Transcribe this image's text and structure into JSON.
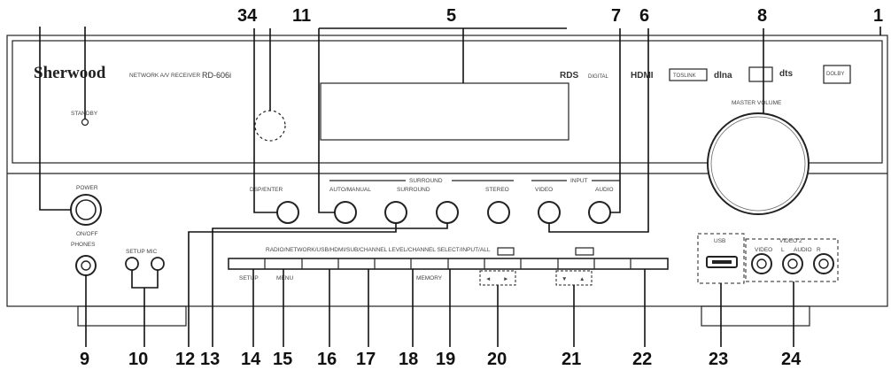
{
  "panel": {
    "brand": "Sherwood",
    "product": "NETWORK A/V RECEIVER",
    "model": "RD-606i",
    "standby_label": "STANDBY",
    "master_volume_label": "MASTER VOLUME",
    "power_label": "POWER",
    "onoff_label": "ON/OFF",
    "phones_label": "PHONES",
    "setup_mic_label": "SETUP MIC",
    "dsp_label": "DSP/ENTER",
    "surround_label": "SURROUND",
    "input_label": "INPUT",
    "auto_label": "AUTO/MANUAL",
    "surround_prev_label": "SURROUND",
    "stereo_label": "STEREO",
    "video_label": "VIDEO",
    "audio_label": "AUDIO",
    "strip_label": "RADIO/NETWORK/USB/HDMI/SUB/CHANNEL LEVEL/CHANNEL SELECT/INPUT/ALL",
    "setup_label": "SETUP",
    "menu_label": "MENU",
    "memory_label": "MEMORY",
    "usb_label": "USB",
    "video2_label": "VIDEO 2",
    "video2_sub": [
      "VIDEO",
      "L",
      "AUDIO",
      "R"
    ]
  },
  "logos": [
    "RDS",
    "DIGITAL",
    "HDMI",
    "TOSLINK",
    "dlna",
    "dts",
    "DOLBY"
  ],
  "callouts": [
    "34",
    "11",
    "5",
    "7",
    "6",
    "8",
    "1",
    "9",
    "10",
    "12",
    "13",
    "14",
    "15",
    "16",
    "17",
    "18",
    "19",
    "20",
    "21",
    "22",
    "23",
    "24"
  ],
  "colors": {
    "ink": "#222222",
    "panel": "#ffffff",
    "shade": "#f2f2f2"
  }
}
